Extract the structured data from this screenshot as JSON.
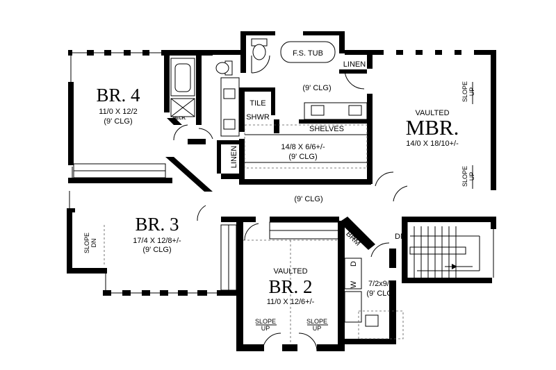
{
  "rooms": {
    "br4": {
      "name": "BR. 4",
      "dim": "11/0 X 12/2",
      "clg": "(9' CLG)"
    },
    "br3": {
      "name": "BR. 3",
      "dim": "17/4 X 12/8+/-",
      "clg": "(9' CLG)"
    },
    "br2": {
      "vaulted": "VAULTED",
      "name": "BR. 2",
      "dim": "11/0 X 12/6+/-"
    },
    "mbr": {
      "vaulted": "VAULTED",
      "name": "MBR.",
      "dim": "14/0 X 18/10+/-"
    },
    "bath": {
      "clg": "(9' CLG)"
    },
    "closet": {
      "dim": "14/8 X 6/6+/-",
      "clg": "(9' CLG)"
    },
    "hall": {
      "clg": "(9' CLG)"
    },
    "laundry": {
      "dim": "7/2x9/0",
      "clg": "(9' CLG)"
    }
  },
  "labels": {
    "tub": "F.S. TUB",
    "linen_top": "LINEN",
    "linen_side": "LINEN",
    "tile": "TILE",
    "shwr": "SHWR",
    "shelves": "SHELVES",
    "mech": "MECH.",
    "brm": "BRM",
    "w": "W",
    "d": "D",
    "dn_stair": "DN",
    "slope": "SLOPE",
    "up": "UP",
    "dn": "DN"
  }
}
